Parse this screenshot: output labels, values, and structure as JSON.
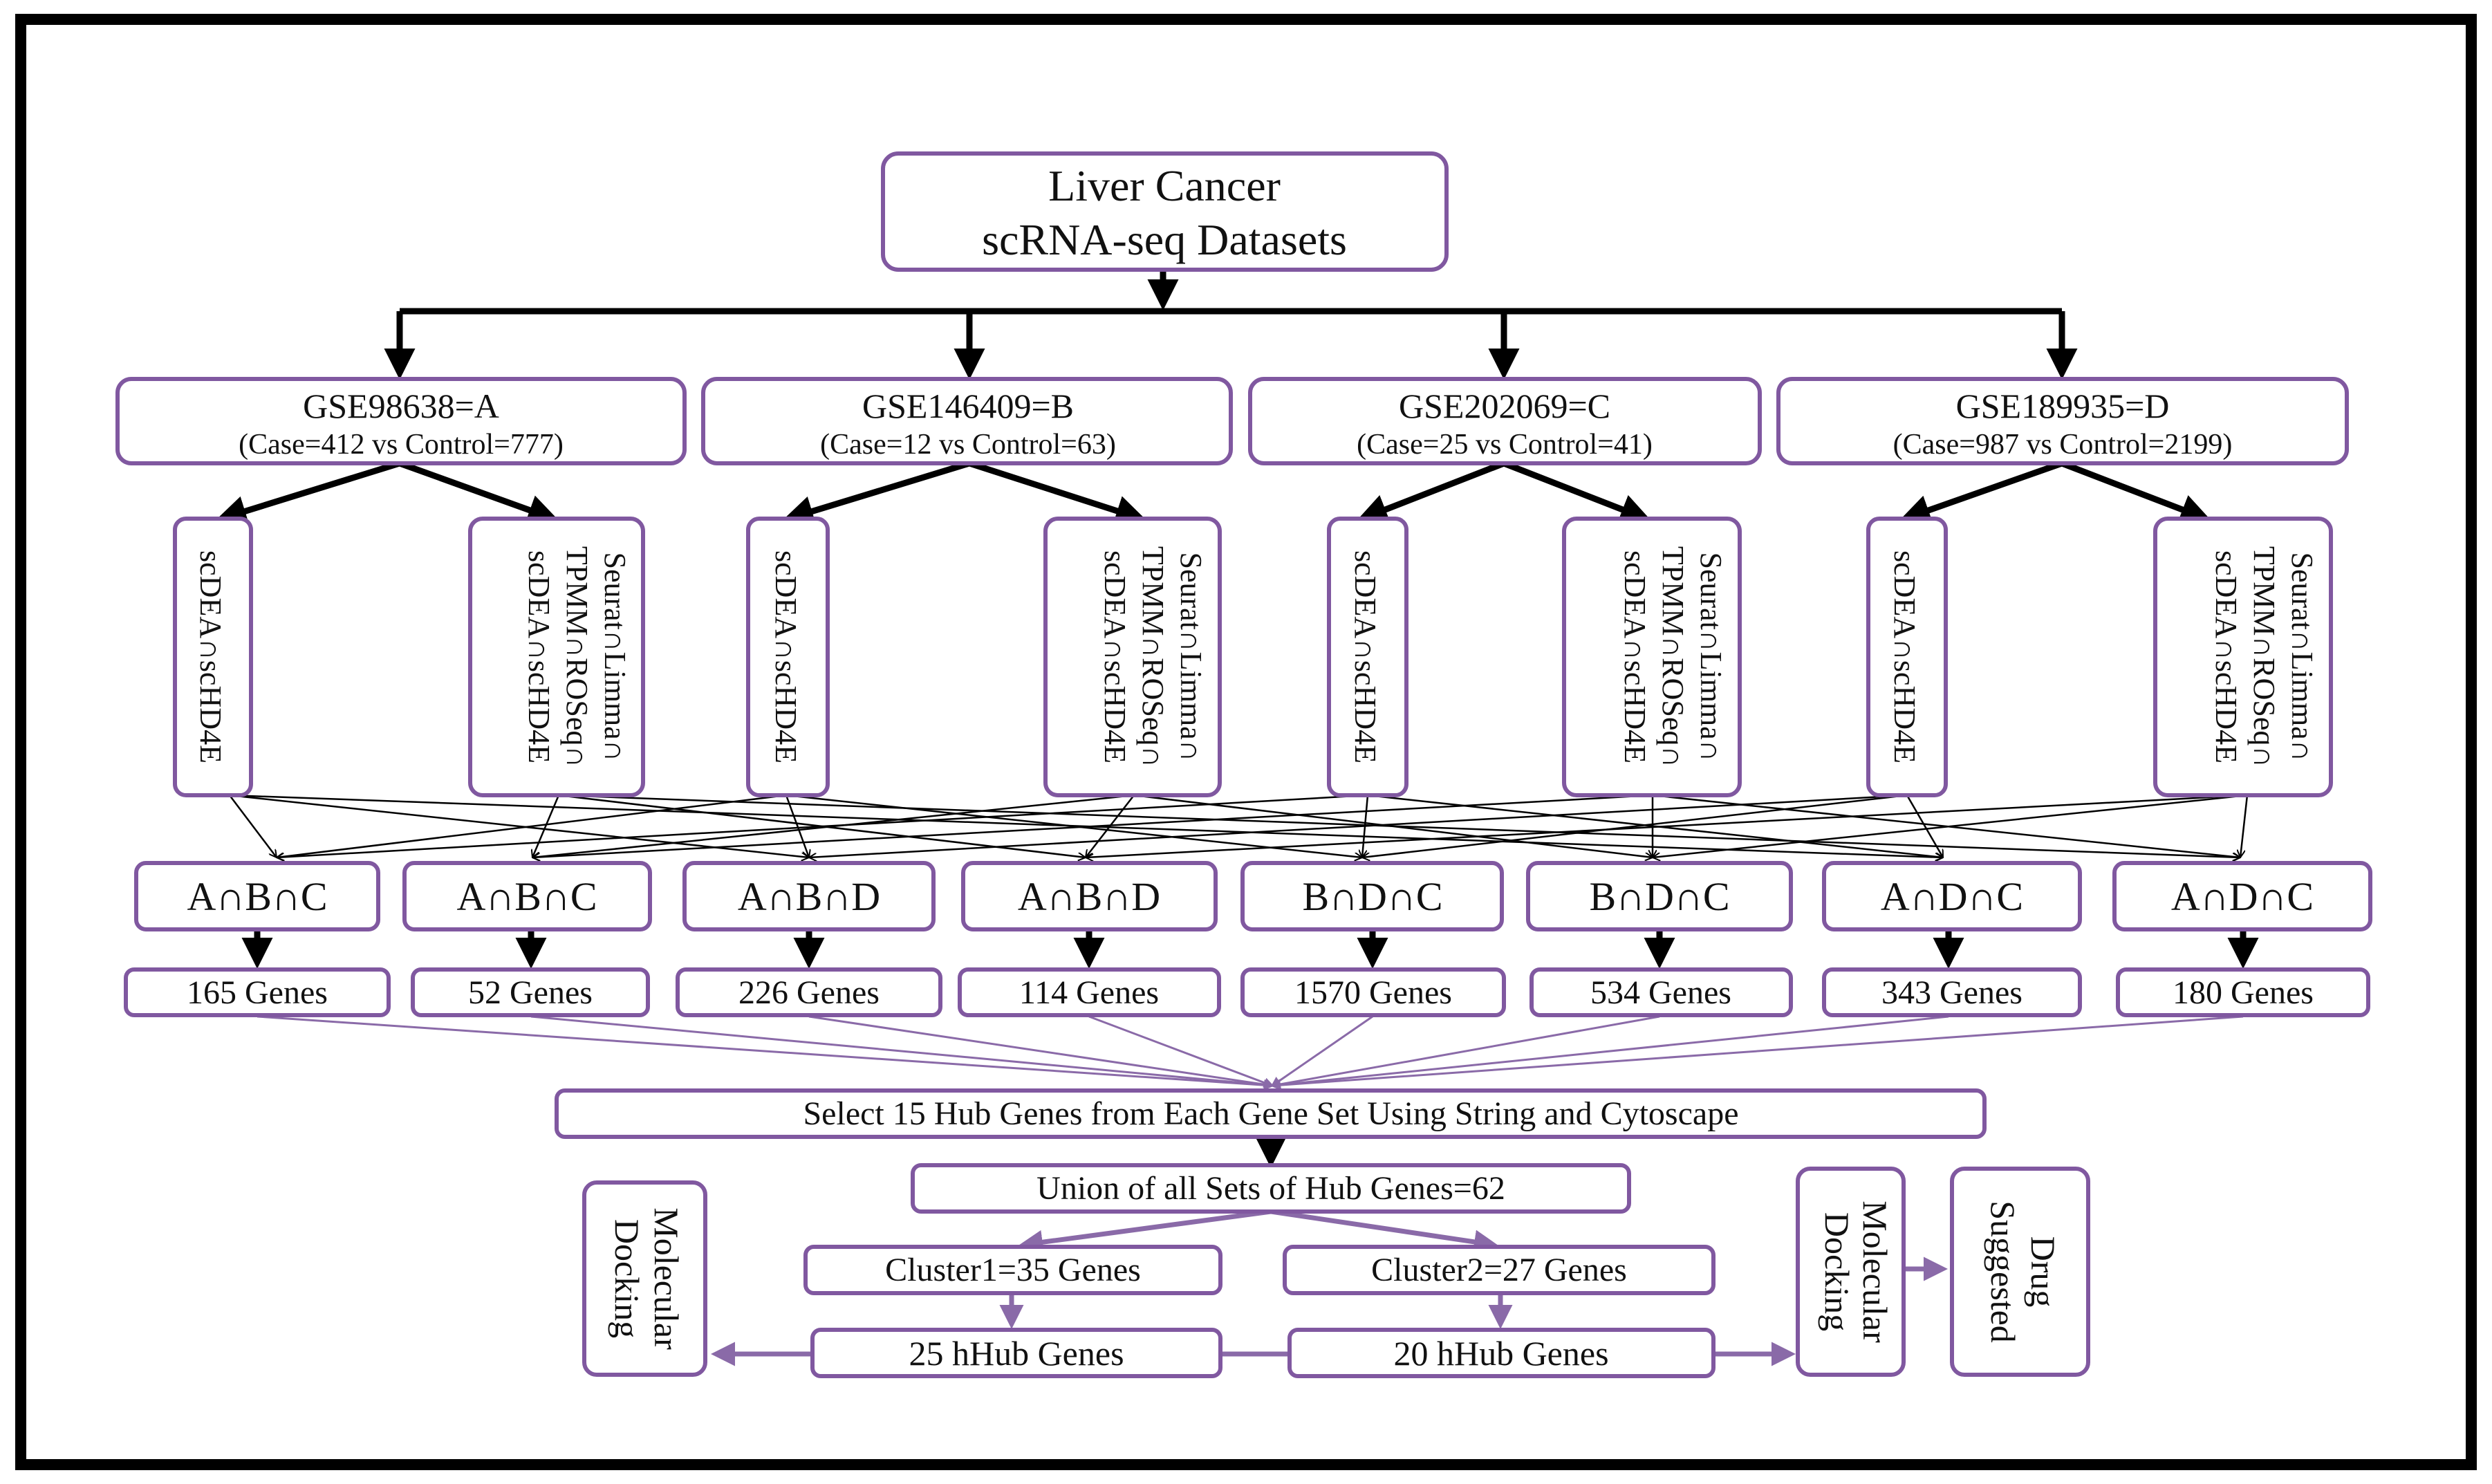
{
  "root": {
    "line1": "Liver Cancer",
    "line2": "scRNA-seq Datasets"
  },
  "datasets": [
    {
      "name": "GSE98638=A",
      "sub": "(Case=412 vs Control=777)"
    },
    {
      "name": "GSE146409=B",
      "sub": "(Case=12 vs Control=63)"
    },
    {
      "name": "GSE202069=C",
      "sub": "(Case=25 vs Control=41)"
    },
    {
      "name": "GSE189935=D",
      "sub": "(Case=987 vs Control=2199)"
    }
  ],
  "methods": {
    "left": "scDEA∩scHD4E",
    "right": [
      "Seurat∩Limma∩",
      "TPMM∩ROSeq∩",
      "scDEA∩scHD4E"
    ]
  },
  "intersections": [
    "A∩B∩C",
    "A∩B∩C",
    "A∩B∩D",
    "A∩B∩D",
    "B∩D∩C",
    "B∩D∩C",
    "A∩D∩C",
    "A∩D∩C"
  ],
  "gene_counts": [
    "165 Genes",
    "52 Genes",
    "226 Genes",
    "114 Genes",
    "1570 Genes",
    "534 Genes",
    "343 Genes",
    "180 Genes"
  ],
  "hub_select": "Select 15 Hub Genes from Each Gene Set Using String and  Cytoscape",
  "union": "Union of all Sets of Hub Genes=62",
  "clusters": [
    "Cluster1=35 Genes",
    "Cluster2=27 Genes"
  ],
  "hhub": [
    "25 hHub Genes",
    "20 hHub Genes"
  ],
  "docking": [
    "Molecular",
    "Docking"
  ],
  "drug": [
    "Drug",
    "Suggested"
  ],
  "colors": {
    "box_border": "#8058a0",
    "connector_purple": "#8a6aa8",
    "frame": "#000000"
  }
}
